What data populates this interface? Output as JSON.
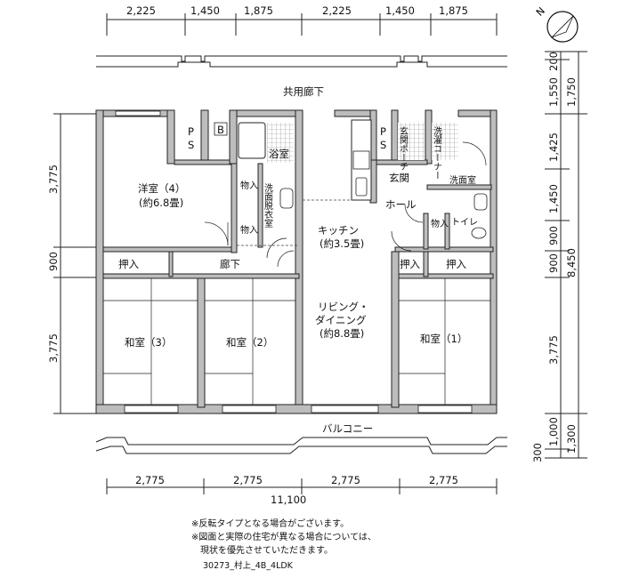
{
  "top_dims": [
    "2,225",
    "1,450",
    "1,875",
    "2,225",
    "1,450",
    "1,875"
  ],
  "left_dims": [
    "3,775",
    "900",
    "3,775"
  ],
  "right_dims_inner": [
    "200",
    "1,550",
    "1,425",
    "1,450",
    "900",
    "900",
    "3,775",
    "1,000",
    "300"
  ],
  "right_dims_outer": [
    "1,750",
    "8,450",
    "1,300"
  ],
  "bottom_dims": [
    "2,775",
    "2,775",
    "2,775",
    "2,775"
  ],
  "bottom_total": "11,100",
  "rooms": {
    "corridor_common": "共用廊下",
    "yoshitsu": "洋室（4）",
    "yoshitsu_size": "(約6.8畳)",
    "ps1_p": "P",
    "ps1_s": "S",
    "ps2_p": "P",
    "ps2_s": "S",
    "b": "B",
    "bath": "浴室",
    "storage_a": "物入",
    "storage_b": "物入",
    "storage_c": "物入",
    "senmen_datsui": "洗面脱衣室",
    "kitchen": "キッチン",
    "kitchen_size": "(約3.5畳)",
    "genkan_porch": "玄関ポーチ",
    "sentaku_corner": "洗濯コーナー",
    "genkan": "玄関",
    "hall": "ホール",
    "senmenshitsu": "洗面室",
    "toilet": "トイレ",
    "oshiire_a": "押入",
    "oshiire_b": "押入",
    "oshiire_c": "押入",
    "rouka": "廊下",
    "living": "リビング・",
    "dining": "ダイニング",
    "living_size": "(約8.8畳)",
    "washitsu3": "和室（3）",
    "washitsu2": "和室（2）",
    "washitsu1": "和室（1）",
    "balcony": "バルコニー"
  },
  "compass_label": "N",
  "notes": [
    "※反転タイプとなる場合がございます。",
    "※図面と実際の住宅が異なる場合については、",
    "　現状を優先させていただきます。"
  ],
  "code": "30273_村上_4B_4LDK"
}
